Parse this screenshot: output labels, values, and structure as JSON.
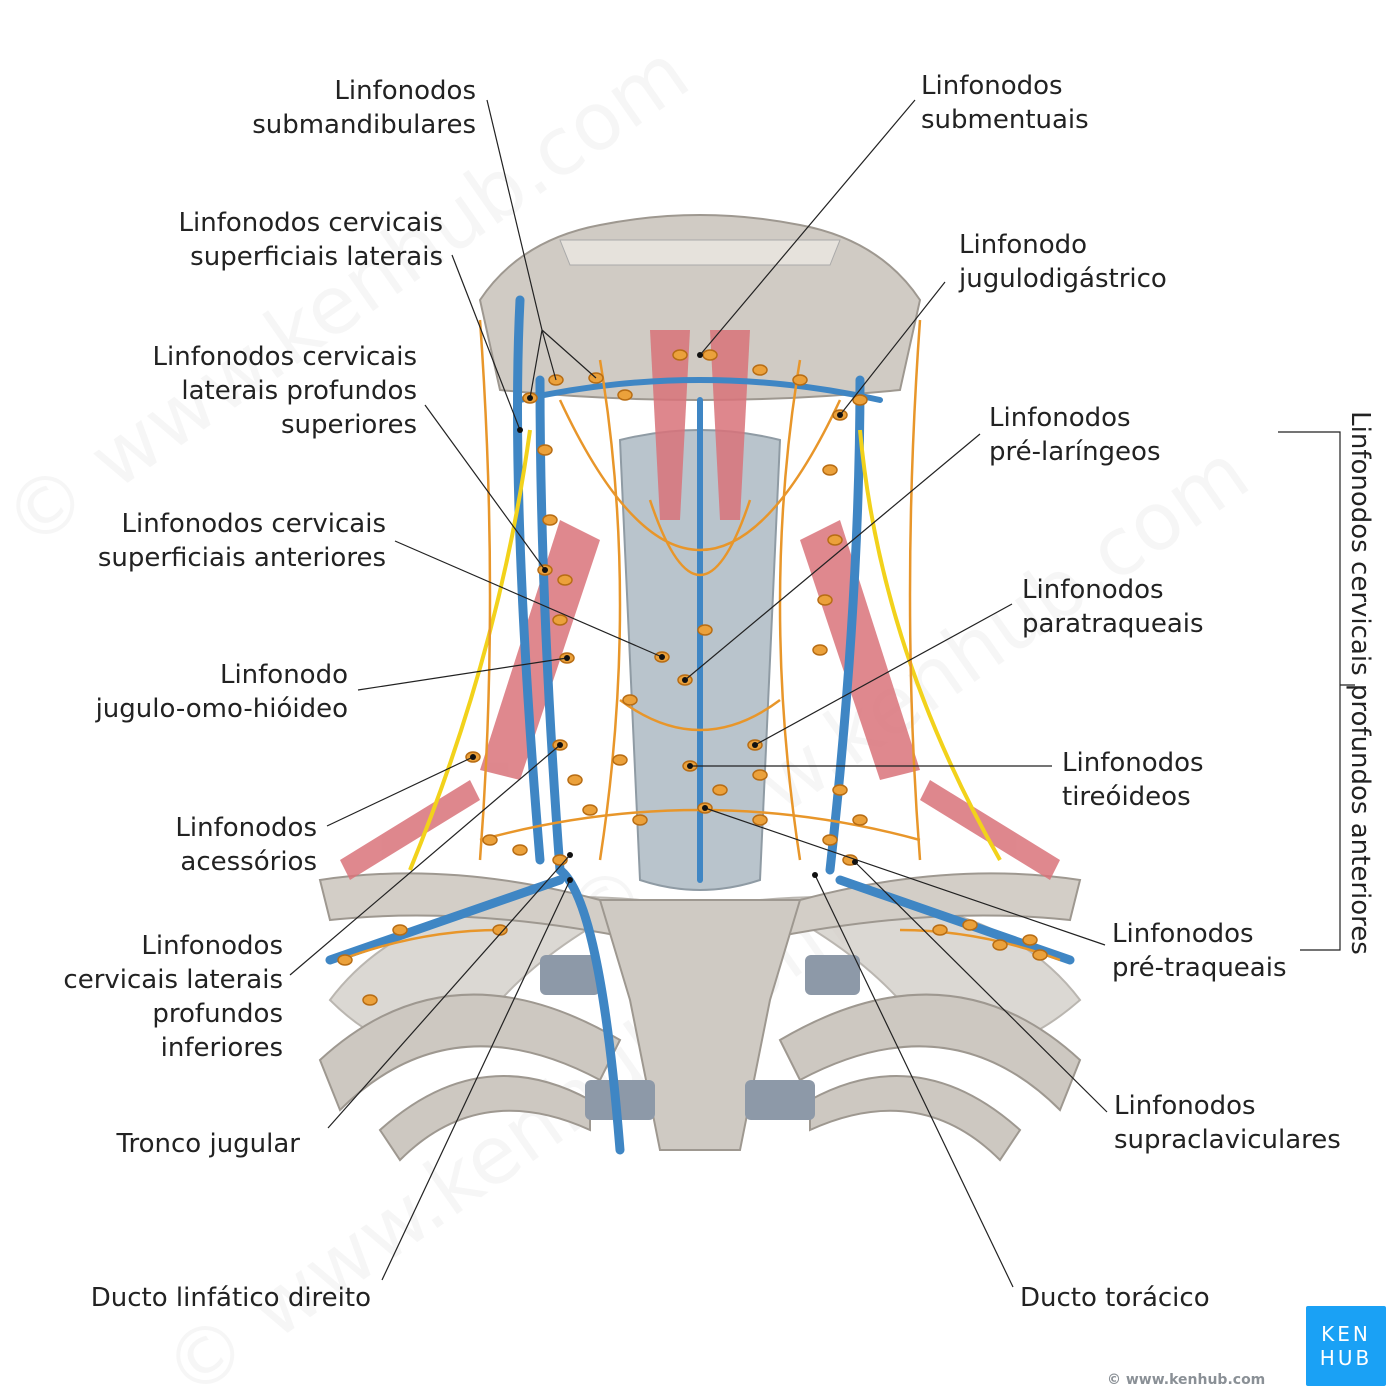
{
  "labels_left": {
    "submandibulares": [
      "Linfonodos",
      "submandibulares"
    ],
    "superficiais_laterais": [
      "Linfonodos cervicais",
      "superficiais laterais"
    ],
    "laterais_profundos_superiores": [
      "Linfonodos cervicais",
      "laterais profundos",
      "superiores"
    ],
    "superficiais_anteriores": [
      "Linfonodos cervicais",
      "superficiais anteriores"
    ],
    "jugulo_omo_hioideo": [
      "Linfonodo",
      "jugulo-omo-hióideo"
    ],
    "acessorios": [
      "Linfonodos",
      "acessórios"
    ],
    "laterais_profundos_inferiores": [
      "Linfonodos",
      "cervicais laterais",
      "profundos",
      "inferiores"
    ],
    "tronco_jugular": "Tronco jugular",
    "ducto_linfatico_direito": "Ducto linfático direito"
  },
  "labels_right": {
    "submentuais": [
      "Linfonodos",
      "submentuais"
    ],
    "jugulodigastrico": [
      "Linfonodo",
      "jugulodigástrico"
    ],
    "pre_laringeos": [
      "Linfonodos",
      "pré-laríngeos"
    ],
    "paratraqueais": [
      "Linfonodos",
      "paratraqueais"
    ],
    "tireoideos": [
      "Linfonodos",
      "tireóideos"
    ],
    "pre_traqueais": [
      "Linfonodos",
      "pré-traqueais"
    ],
    "supraclaviculares": [
      "Linfonodos",
      "supraclaviculares"
    ],
    "ducto_toracico": "Ducto torácico"
  },
  "group_label": "Linfonodos cervicais profundos anteriores",
  "logo": {
    "line1": "KEN",
    "line2": "HUB"
  },
  "copyright": "© www.kenhub.com",
  "colors": {
    "bone": "#c9c4bd",
    "vein": "#3f86c4",
    "lymph": "#e8962a",
    "muscle": "#d9737a",
    "nerve": "#f2d21b",
    "brand": "#1aa1f5"
  }
}
